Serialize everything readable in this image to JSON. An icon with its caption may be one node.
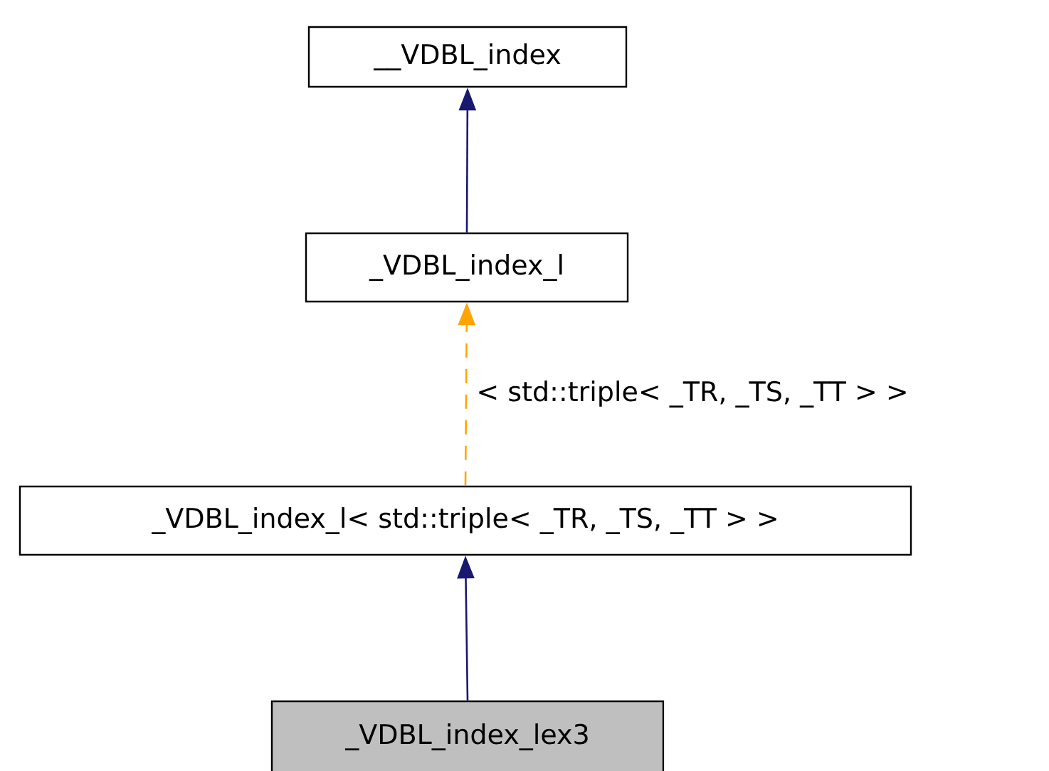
{
  "diagram": {
    "nodes": [
      {
        "text": [
          "__VDBL_index"
        ]
      },
      {
        "text": [
          "_VDBL_index_l"
        ]
      },
      {
        "text": [
          "_VDBL_index_l< std::triple< _TR, _TS, _TT > >"
        ]
      },
      {
        "text": [
          "_VDBL_index_lex3"
        ]
      }
    ],
    "edges": [
      {
        "from": 1,
        "to": 0,
        "arrow": "to"
      },
      {
        "from": 2,
        "to": 1,
        "arrow": "to",
        "style": "dashed",
        "color": "#ffa500",
        "label": "< std::triple< _TR, _TS, _TT > >"
      },
      {
        "from": 3,
        "to": 2,
        "arrow": "to"
      }
    ]
  }
}
